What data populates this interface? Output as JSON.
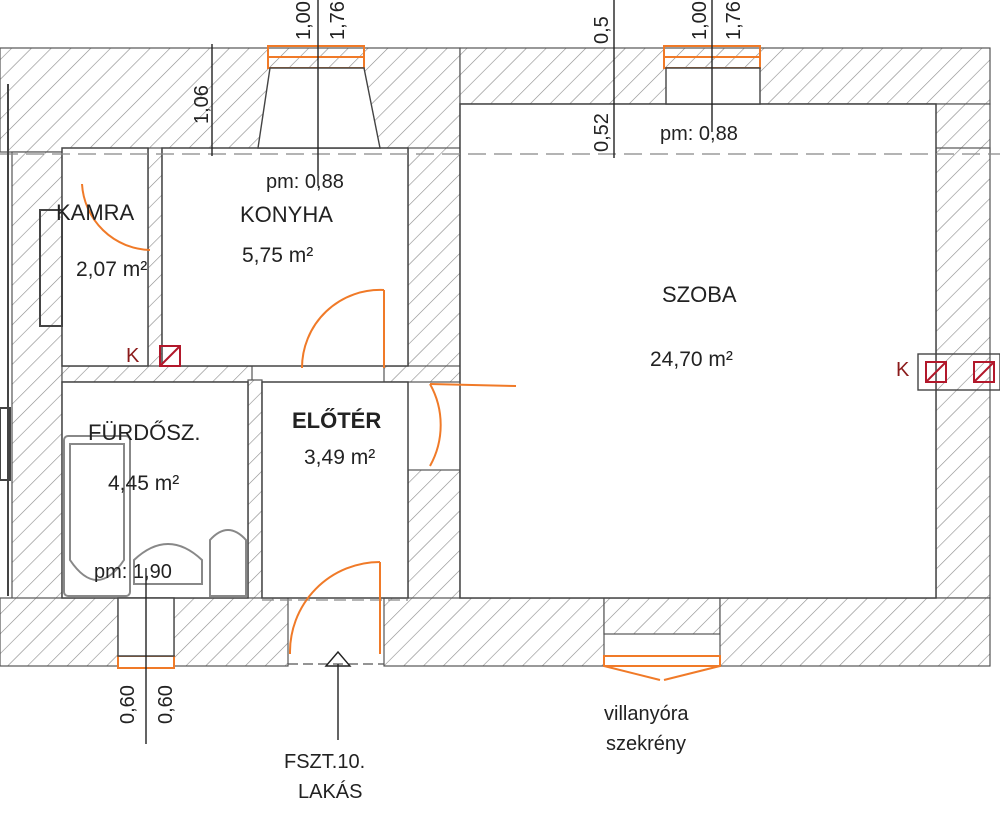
{
  "rooms": {
    "kamra": {
      "name": "KAMRA",
      "area": "2,07 m²"
    },
    "konyha": {
      "name": "KONYHA",
      "area": "5,75 m²"
    },
    "szoba": {
      "name": "SZOBA",
      "area": "24,70 m²"
    },
    "furdo": {
      "name": "FÜRDŐSZ.",
      "area": "4,45 m²"
    },
    "eloter": {
      "name": "ELŐTÉR",
      "area": "3,49 m²"
    }
  },
  "dimensions": {
    "konyha_window_w": "1,00",
    "konyha_window_h": "1,76",
    "konyha_sill": "pm: 0,88",
    "wall_depth": "1,06",
    "szoba_window_w": "1,00",
    "szoba_window_h": "1,76",
    "szoba_sill": "pm: 0,88",
    "szoba_top_1": "0,5",
    "szoba_top_2": "0,52",
    "furdo_sill": "pm: 1,90",
    "furdo_window_w": "0,60",
    "furdo_window_h": "0,60"
  },
  "markers": {
    "chimney_left": "K",
    "chimney_right": "K"
  },
  "annotations": {
    "meter_line1": "villanyóra",
    "meter_line2": "szekrény",
    "entrance_line1": "FSZT.10.",
    "entrance_line2": "LAKÁS"
  },
  "colors": {
    "wall_hatch": "#8a8a8a",
    "door": "#f07a28",
    "chimney": "#b2182b"
  }
}
